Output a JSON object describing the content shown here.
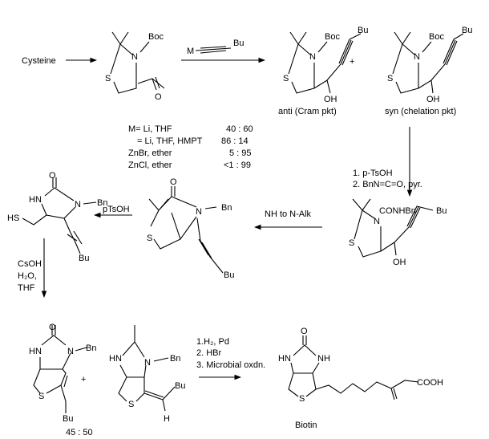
{
  "atoms": {
    "N": "N",
    "S": "S",
    "O": "O",
    "H": "H",
    "HN": "HN",
    "NH": "NH",
    "HS": "HS",
    "OH": "OH",
    "Boc": "Boc",
    "Bu": "Bu",
    "Bn": "Bn",
    "CONHBn": "CONHBn",
    "COOH": "COOH"
  },
  "start": "Cysteine",
  "reagent_metal": "M",
  "plus": "+",
  "products": {
    "anti": "anti (Cram pkt)",
    "syn": "syn (chelation pkt)"
  },
  "conditions_table": [
    {
      "condition": "M= Li, THF",
      "ratio": "40 : 60"
    },
    {
      "condition": "= Li, THF, HMPT",
      "ratio": "86 : 14"
    },
    {
      "condition": "ZnBr, ether",
      "ratio": "5 : 95"
    },
    {
      "condition": "ZnCl, ether",
      "ratio": "<1 : 99"
    }
  ],
  "step_urea": [
    "1. p-TsOH",
    "2. BnN=C=O, pyr."
  ],
  "step_alkylation": "NH  to  N-Alk",
  "step_deprotect": "pTsOH",
  "step_cyclize": [
    "CsOH",
    "H₂O,",
    "THF"
  ],
  "step_final": [
    "1.H₂, Pd",
    "2. HBr",
    "3. Microbial oxdn."
  ],
  "product_name": "Biotin",
  "isomer_ratio": "45 : 50"
}
